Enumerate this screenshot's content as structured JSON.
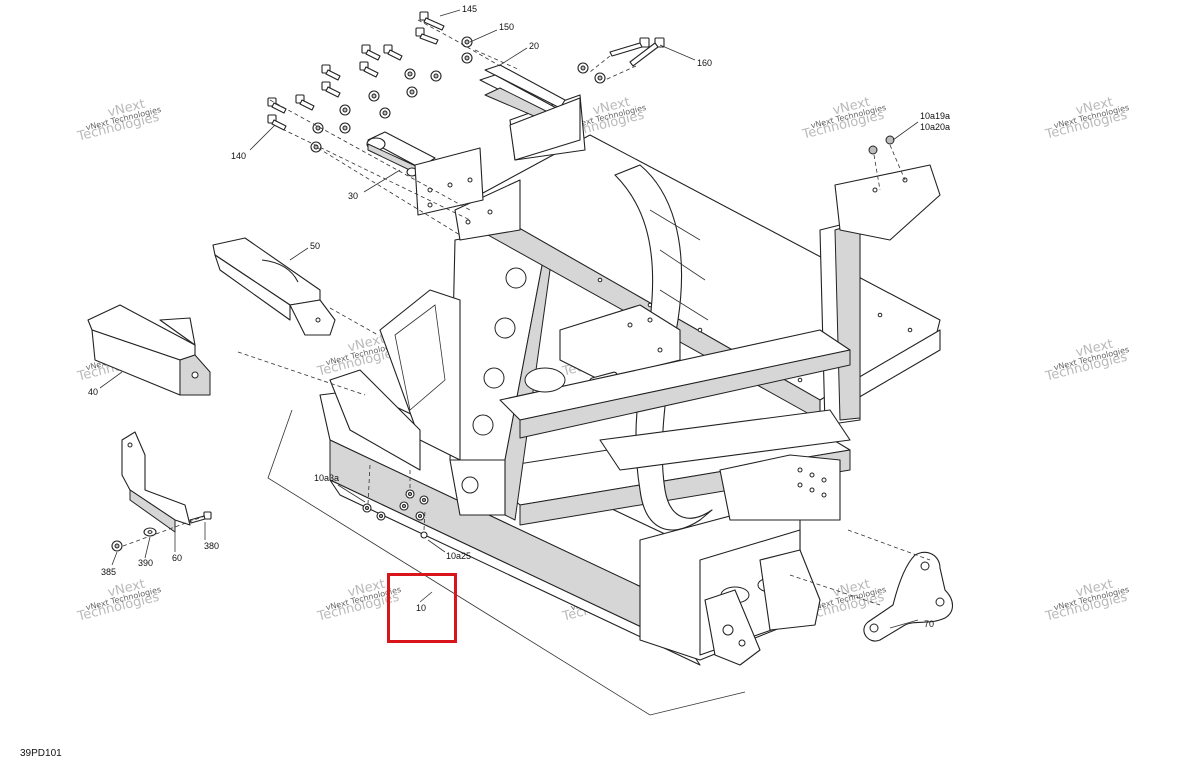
{
  "figure_id": "39PD101",
  "watermark_text_line1": "vNext",
  "watermark_text_line2": "Technologies",
  "watermark_inline": "vNext Technologies",
  "callouts": {
    "c145": "145",
    "c150": "150",
    "c20": "20",
    "c160": "160",
    "c140": "140",
    "c30": "30",
    "c10a19a": "10a19a",
    "c10a20a": "10a20a",
    "c50": "50",
    "c40": "40",
    "c10a3a": "10a3a",
    "c10a25": "10a25",
    "c60": "60",
    "c380": "380",
    "c385": "385",
    "c390": "390",
    "c10": "10",
    "c70": "70"
  },
  "colors": {
    "highlight": "#d9141b",
    "line": "#222222",
    "watermark": "#b5b5b5"
  }
}
